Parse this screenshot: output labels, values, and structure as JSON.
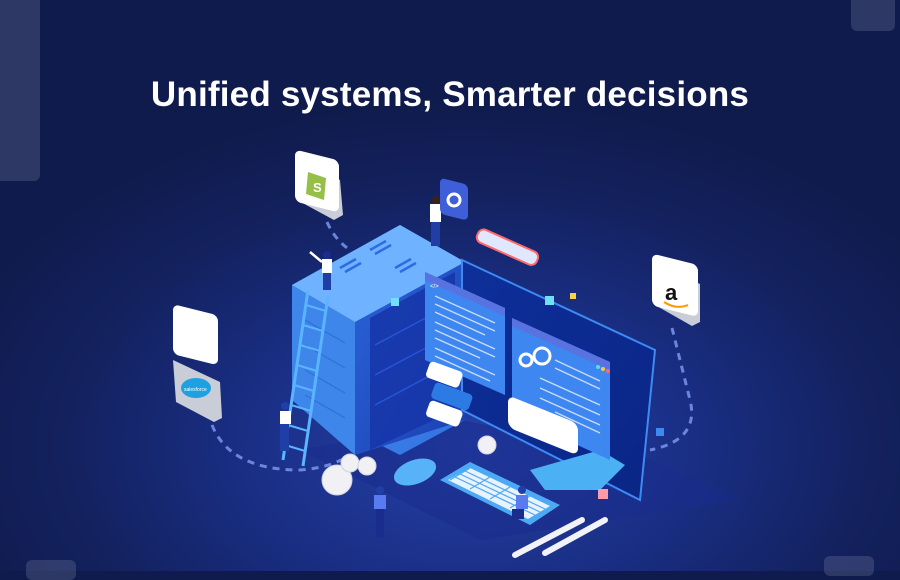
{
  "header": {
    "title": "Unified systems, Smarter decisions"
  },
  "illustration": {
    "description": "Isometric data-center illustration connecting integrations",
    "integrations": [
      {
        "name": "Shopify",
        "icon": "shopify-icon",
        "glyph": "S",
        "color": "#95bf47"
      },
      {
        "name": "Salesforce",
        "icon": "salesforce-icon",
        "label": "salesforce",
        "color": "#1ea1e1"
      },
      {
        "name": "Amazon",
        "icon": "amazon-icon",
        "glyph": "a",
        "color": "#ff9900"
      },
      {
        "name": "Settings",
        "icon": "gear-icon",
        "color": "#3f5fd9"
      }
    ],
    "code_tag": "</>"
  },
  "colors": {
    "background": "#13215e",
    "accent": "#3d8bf2",
    "server": "#4a90f0",
    "title": "#ffffff"
  }
}
